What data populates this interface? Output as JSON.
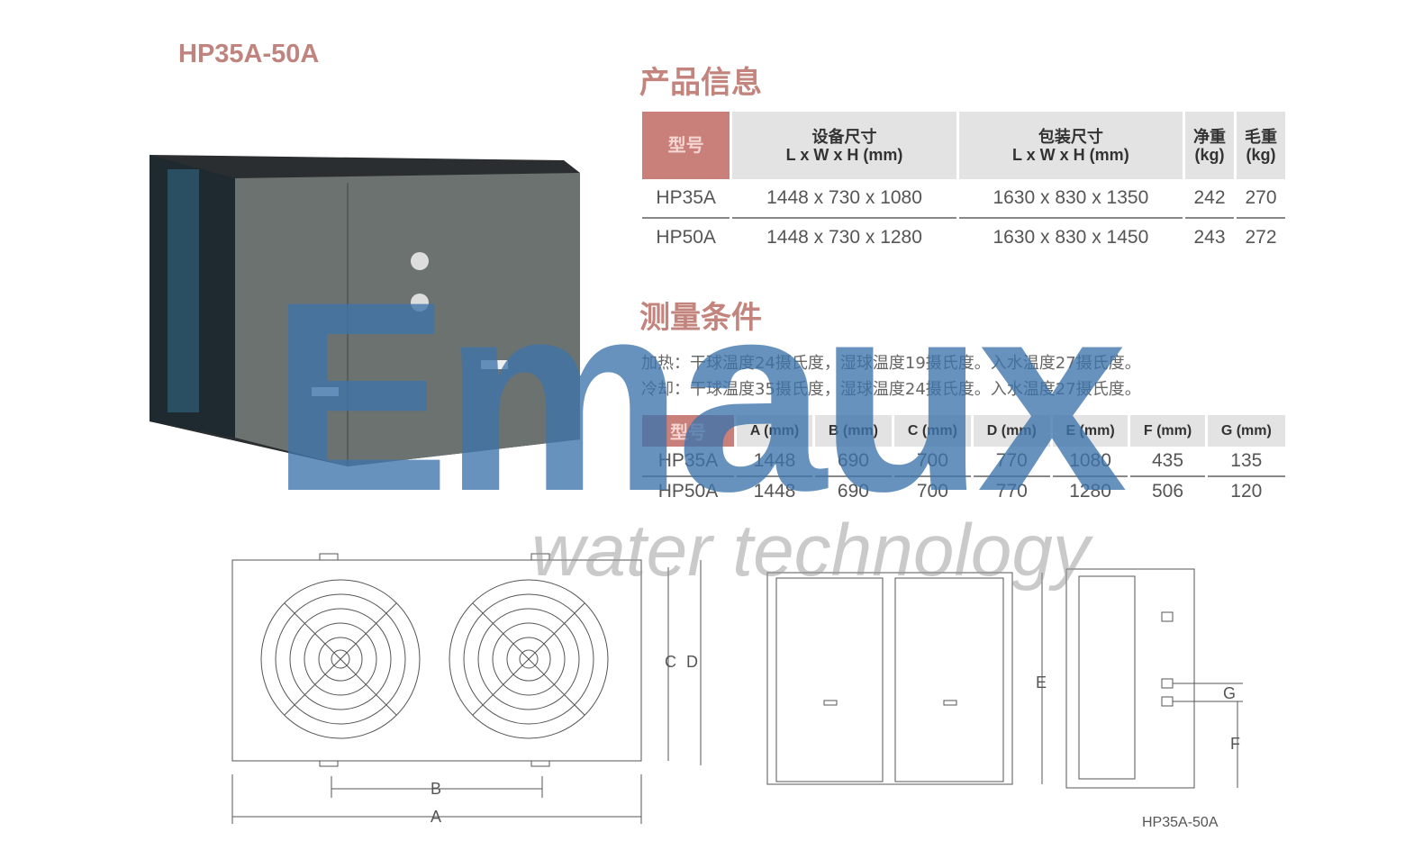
{
  "title": "HP35A-50A",
  "product_info": {
    "heading": "产品信息",
    "headers": {
      "model": "型号",
      "unit_size": "设备尺寸",
      "unit_size_sub": "L x W x H (mm)",
      "pack_size": "包装尺寸",
      "pack_size_sub": "L x W x H (mm)",
      "net": "净重",
      "net_sub": "(kg)",
      "gross": "毛重",
      "gross_sub": "(kg)"
    },
    "rows": [
      {
        "model": "HP35A",
        "unit": "1448 x 730 x 1080",
        "pack": "1630 x 830 x 1350",
        "net": "242",
        "gross": "270"
      },
      {
        "model": "HP50A",
        "unit": "1448 x 730 x 1280",
        "pack": "1630 x 830 x 1450",
        "net": "243",
        "gross": "272"
      }
    ]
  },
  "conditions": {
    "heading": "测量条件",
    "heating": "加热：干球温度24摄氏度，湿球温度19摄氏度。入水温度27摄氏度。",
    "cooling": "冷却：干球温度35摄氏度，湿球温度24摄氏度。入水温度27摄氏度。"
  },
  "dimensions": {
    "headers": [
      "型号",
      "A (mm)",
      "B (mm)",
      "C (mm)",
      "D (mm)",
      "E (mm)",
      "F (mm)",
      "G (mm)"
    ],
    "rows": [
      [
        "HP35A",
        "1448",
        "690",
        "700",
        "770",
        "1080",
        "435",
        "135"
      ],
      [
        "HP50A",
        "1448",
        "690",
        "700",
        "770",
        "1280",
        "506",
        "120"
      ]
    ]
  },
  "drawing": {
    "labels": {
      "a": "A",
      "b": "B",
      "c": "C",
      "d": "D",
      "e": "E",
      "f": "F",
      "g": "G"
    },
    "caption": "HP35A-50A"
  },
  "watermark": {
    "brand": "Emaux",
    "tagline": "water technology"
  },
  "colors": {
    "accent": "#c4847e",
    "watermark": "#3c73aa"
  }
}
